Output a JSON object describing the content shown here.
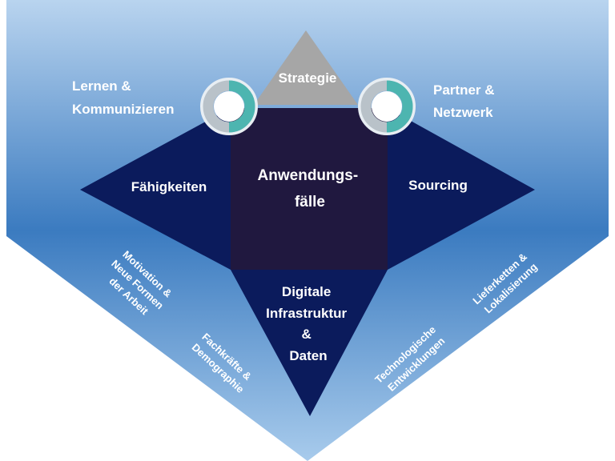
{
  "top": {
    "strategie": "Strategie",
    "lernen": [
      "Lernen &",
      "Kommunizieren"
    ],
    "partner": [
      "Partner &",
      "Netzwerk"
    ]
  },
  "center": {
    "faehigkeiten": "Fähigkeiten",
    "anwendungsfaelle": [
      "Anwendungs-",
      "fälle"
    ],
    "sourcing": "Sourcing",
    "digitale": [
      "Digitale",
      "Infrastruktur",
      "&",
      "Daten"
    ]
  },
  "outer": {
    "motivation": [
      "Motivation &",
      "Neue Formen",
      "der Arbeit"
    ],
    "fachkraefte": [
      "Fachkräfte &",
      "Demographie"
    ],
    "technologische": [
      "Technologische",
      "Entwicklungen"
    ],
    "lieferketten": [
      "Lieferketten &",
      "Lokalisierung"
    ]
  },
  "colors": {
    "gradient_top": "#b7d3ee",
    "gradient_mid": "#3f7fc1",
    "gradient_bottom": "#9ec3e8",
    "navy": "#0b1b5c",
    "dark_square": "#20183f",
    "gray_triangle": "#a6a6a6",
    "teal_ring": "#4db5b0",
    "gray_ring": "#b9c2c9"
  }
}
